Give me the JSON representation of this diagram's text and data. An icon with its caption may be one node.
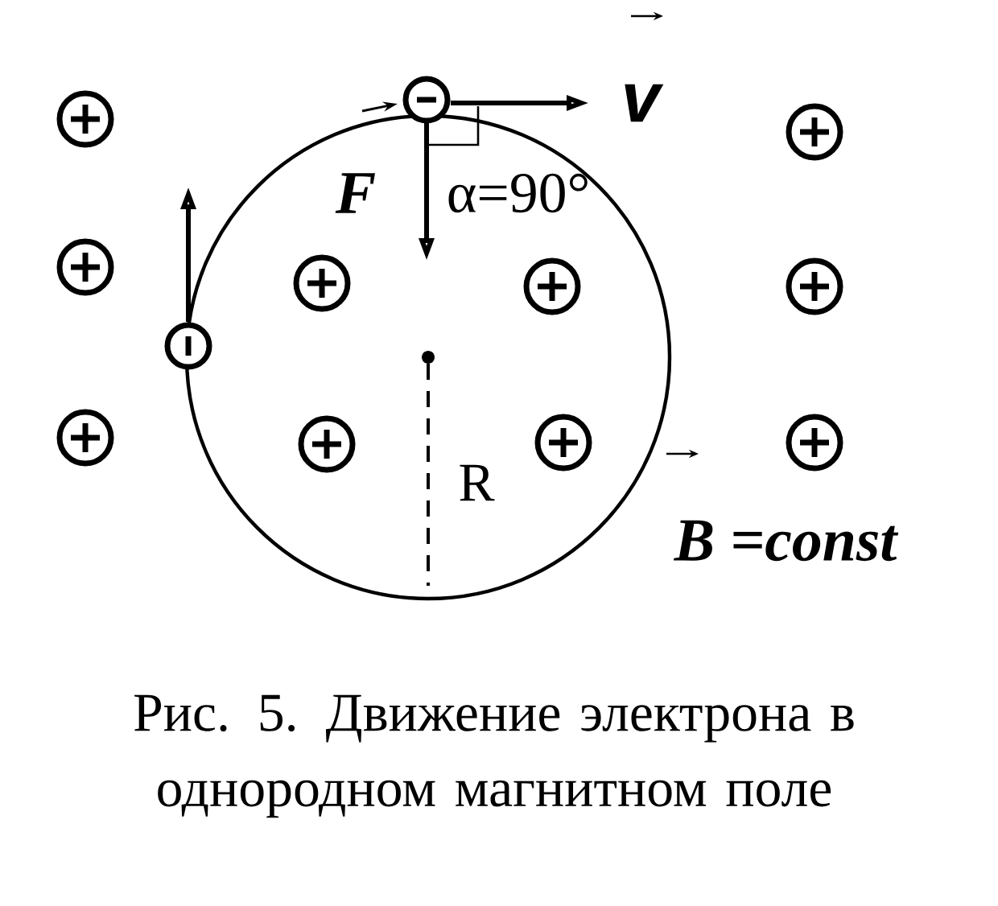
{
  "diagram": {
    "caption": "Рис. 5.  Движение электрона в однородном магнитном поле",
    "labels": [
      "v",
      "F",
      "α=90°",
      "R",
      "B =const"
    ]
  }
}
